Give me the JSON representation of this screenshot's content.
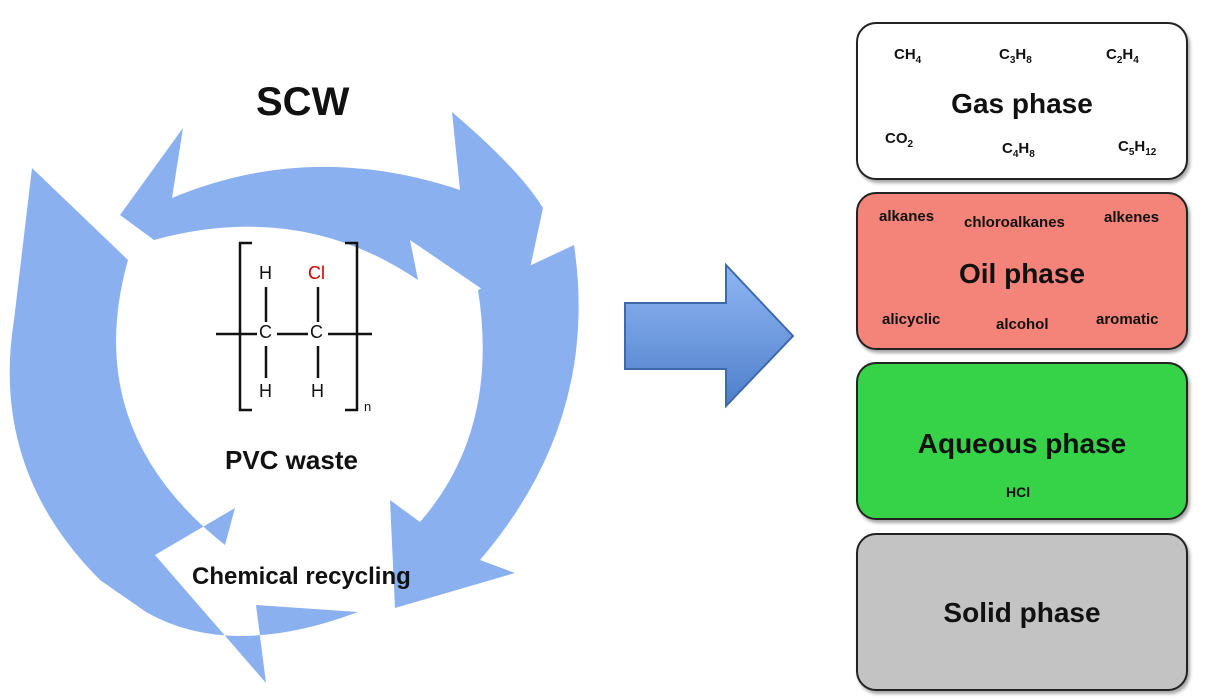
{
  "left": {
    "scw_label": "SCW",
    "recycling_label": "Chemical recycling",
    "pvc_label": "PVC waste",
    "structure": {
      "h_top_left": "H",
      "cl": "Cl",
      "c_left": "C",
      "c_right": "C",
      "h_bottom_left": "H",
      "h_bottom_right": "H",
      "subscript_n": "n"
    }
  },
  "phases": {
    "gas": {
      "title": "Gas phase",
      "items": [
        {
          "base": "CH",
          "sub": "4",
          "tail": "",
          "tsub": ""
        },
        {
          "base": "C",
          "sub": "3",
          "tail": "H",
          "tsub": "8"
        },
        {
          "base": "C",
          "sub": "2",
          "tail": "H",
          "tsub": "4"
        },
        {
          "base": "CO",
          "sub": "2",
          "tail": "",
          "tsub": ""
        },
        {
          "base": "C",
          "sub": "4",
          "tail": "H",
          "tsub": "8"
        },
        {
          "base": "C",
          "sub": "5",
          "tail": "H",
          "tsub": "12"
        }
      ],
      "color": "#ffffff"
    },
    "oil": {
      "title": "Oil phase",
      "items": [
        "alkanes",
        "chloroalkanes",
        "alkenes",
        "alicyclic",
        "alcohol",
        "aromatic"
      ],
      "color": "#f4837a"
    },
    "aqueous": {
      "title": "Aqueous phase",
      "items": [
        "HCl"
      ],
      "color": "#36d349"
    },
    "solid": {
      "title": "Solid phase",
      "items": [],
      "color": "#c3c3c3"
    }
  },
  "colors": {
    "cycle_arrow": "#8ab0ef",
    "process_arrow": "#6a9ae0",
    "chlorine": "#cc0000"
  }
}
